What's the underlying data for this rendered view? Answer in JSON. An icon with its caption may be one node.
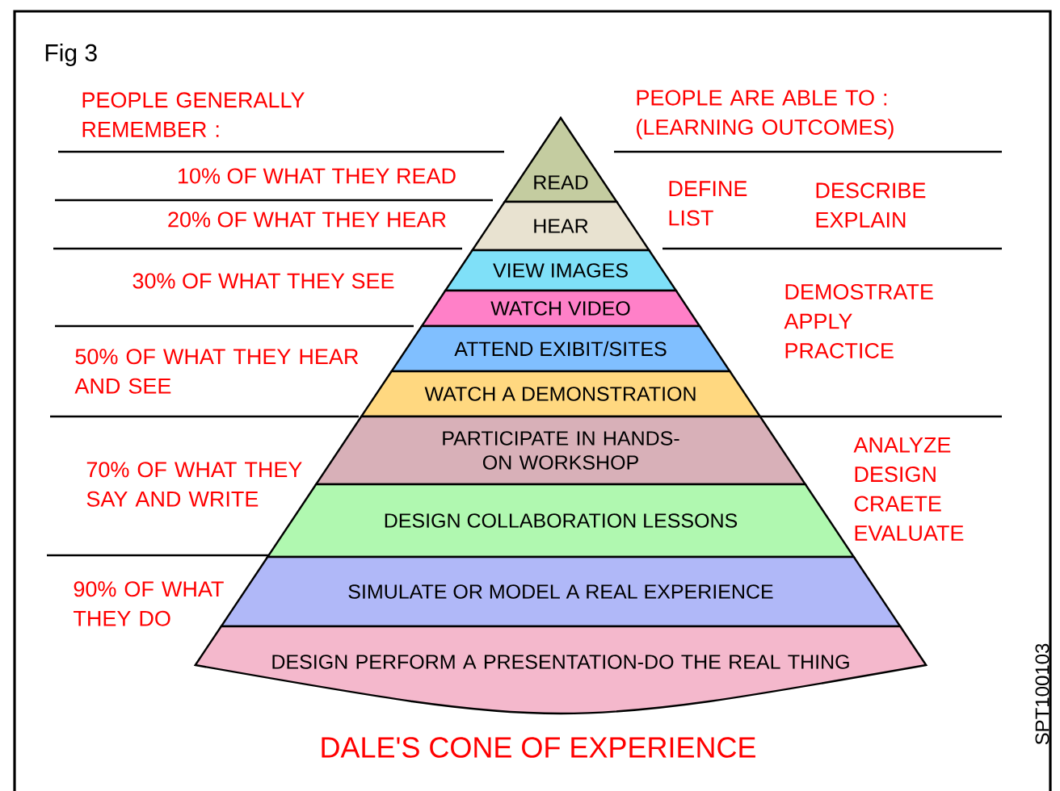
{
  "diagram": {
    "caption": "DALE'S CONE OF EXPERIENCE",
    "nodes": [
      {
        "text": [
          "READ"
        ]
      },
      {
        "text": [
          "HEAR"
        ]
      },
      {
        "text": [
          "VIEW IMAGES"
        ]
      },
      {
        "text": [
          "WATCH VIDEO"
        ]
      },
      {
        "text": [
          "ATTEND EXIBIT/SITES"
        ]
      },
      {
        "text": [
          "WATCH A DEMONSTRATION"
        ]
      },
      {
        "text": [
          "PARTICIPATE IN HANDS-ON WORKSHOP"
        ]
      },
      {
        "text": [
          "DESIGN COLLABORATION LESSONS"
        ]
      },
      {
        "text": [
          "SIMULATE OR MODEL A REAL EXPERIENCE"
        ]
      },
      {
        "text": [
          "DESIGN PERFORM A PRESENTATION-DO THE REAL THING"
        ]
      }
    ],
    "labels": [
      "Fig 3",
      "PEOPLE GENERALLY REMEMBER :",
      "PEOPLE ARE ABLE TO : (LEARNING OUTCOMES)",
      "10% OF WHAT THEY READ",
      "DEFINE LIST",
      "DESCRIBE EXPLAIN",
      "20% OF WHAT THEY HEAR",
      "30% OF WHAT THEY SEE",
      "DEMOSTRATE APPLY PRACTICE",
      "50% OF WHAT THEY HEAR AND SEE",
      "70% OF WHAT THEY SAY AND WRITE",
      "ANALYZE DESIGN CRAETE EVALUATE",
      "90% OF WHAT THEY DO",
      "SPT100103"
    ]
  }
}
